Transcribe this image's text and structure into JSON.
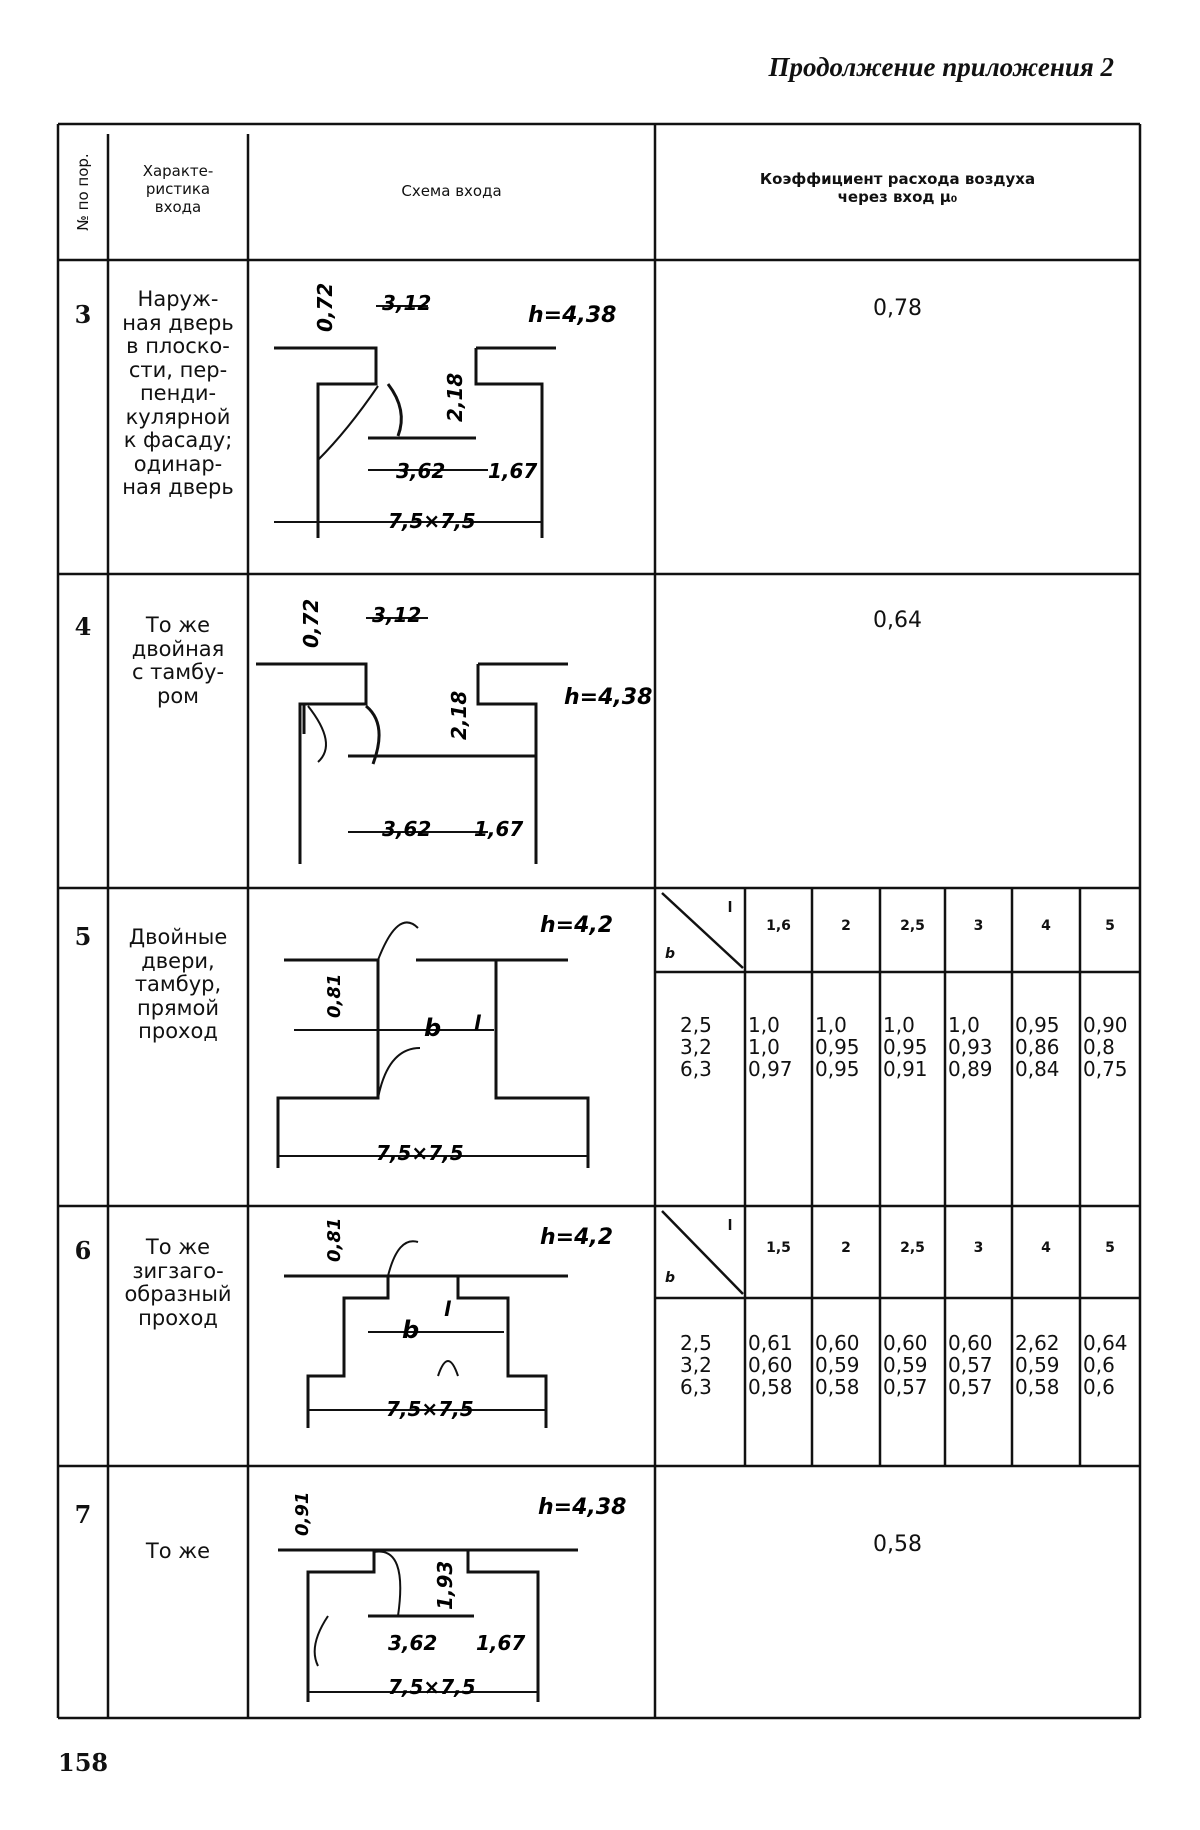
{
  "running_head": "Продолжение приложения 2",
  "page_number": "158",
  "header": {
    "col_no": "№ по пор.",
    "col_char": "Характе-\nристика\nвхода",
    "col_schema": "Схема входа",
    "col_coef": "Коэффициент расхода воздуха\nчерез вход μ₀"
  },
  "rows": [
    {
      "no": "3",
      "desc": "Наруж-\nная дверь\nв плоско-\nсти, пер-\nпенди-\nкулярной\nк фасаду;\nодинар-\nная дверь",
      "coef": "0,78",
      "labels": {
        "a": "0,72",
        "w": "3,12",
        "h": "h=4,38",
        "v": "2,18",
        "d1": "3,62",
        "d2": "1,67",
        "room": "7,5×7,5"
      }
    },
    {
      "no": "4",
      "desc": "То же\nдвойная\nс тамбу-\nром",
      "coef": "0,64",
      "labels": {
        "a": "0,72",
        "w": "3,12",
        "h": "h=4,38",
        "v": "2,18",
        "d1": "3,62",
        "d2": "1,67"
      }
    },
    {
      "no": "5",
      "desc": "Двойные\nдвери,\nтамбур,\nпрямой\nпроход",
      "labels": {
        "a": "0,81",
        "h": "h=4,2",
        "b": "b",
        "l": "l",
        "room": "7,5×7,5"
      },
      "subtable": {
        "corner_l": "l",
        "corner_b": "b",
        "l_values": [
          "1,6",
          "2",
          "2,5",
          "3",
          "4",
          "5"
        ],
        "b_values": [
          "2,5",
          "3,2",
          "6,3"
        ],
        "cells": [
          [
            "1,0",
            "1,0",
            "1,0",
            "1,0",
            "0,95",
            "0,90"
          ],
          [
            "1,0",
            "0,95",
            "0,95",
            "0,93",
            "0,86",
            "0,8"
          ],
          [
            "0,97",
            "0,95",
            "0,91",
            "0,89",
            "0,84",
            "0,75"
          ]
        ]
      }
    },
    {
      "no": "6",
      "desc": "То же\nзигзаго-\nобразный\nпроход",
      "labels": {
        "a": "0,81",
        "h": "h=4,2",
        "b": "b",
        "l": "l",
        "room": "7,5×7,5"
      },
      "subtable": {
        "corner_l": "l",
        "corner_b": "b",
        "l_values": [
          "1,5",
          "2",
          "2,5",
          "3",
          "4",
          "5"
        ],
        "b_values": [
          "2,5",
          "3,2",
          "6,3"
        ],
        "cells": [
          [
            "0,61",
            "0,60",
            "0,60",
            "0,60",
            "2,62",
            "0,64"
          ],
          [
            "0,60",
            "0,59",
            "0,59",
            "0,57",
            "0,59",
            "0,6"
          ],
          [
            "0,58",
            "0,58",
            "0,57",
            "0,57",
            "0,58",
            "0,6"
          ]
        ]
      }
    },
    {
      "no": "7",
      "desc": "То же",
      "coef": "0,58",
      "labels": {
        "a": "0,91",
        "h": "h=4,38",
        "v": "1,93",
        "d1": "3,62",
        "d2": "1,67",
        "room": "7,5×7,5"
      }
    }
  ]
}
